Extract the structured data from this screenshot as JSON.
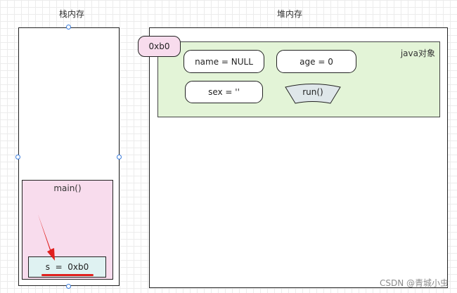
{
  "labels": {
    "stack_title": "栈内存",
    "heap_title": "堆内存"
  },
  "stack": {
    "frame_label": "main()",
    "variable": "s  =  0xb0"
  },
  "heap": {
    "object_address": "0xb0",
    "object_label": "java对象",
    "fields": {
      "name": "name = NULL",
      "age": "age = 0",
      "sex": "sex = ''"
    },
    "method": "run()"
  },
  "watermark": "CSDN @青城小虫",
  "colors": {
    "stack_frame_fill": "#f8dced",
    "variable_fill": "#dff2f2",
    "object_fill": "#e3f4d7",
    "method_fill": "#dfe7ea",
    "arrow": "#e0201e",
    "underline": "#e0201e",
    "handle": "#3b7ddd"
  }
}
